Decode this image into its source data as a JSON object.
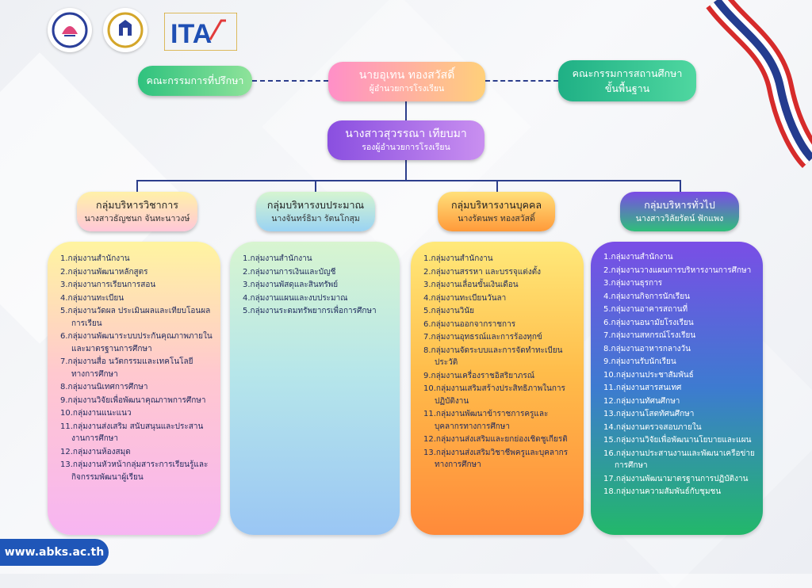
{
  "header": {
    "logos": [
      "school-logo-icon",
      "emblem-logo-icon",
      "ita-logo-icon"
    ],
    "ita_text": "ITA"
  },
  "top": {
    "director": {
      "name": "นายอุเทน ทองสวัสดิ์",
      "title": "ผู้อำนวยการโรงเรียน"
    },
    "advisory": {
      "label": "คณะกรรมการที่ปรึกษา"
    },
    "basic_committee": {
      "line1": "คณะกรรมการสถานศึกษา",
      "line2": "ขั้นพื้นฐาน"
    },
    "deputy": {
      "name": "นางสาวสุวรรณา เทียบมา",
      "title": "รองผู้อำนวยการโรงเรียน"
    }
  },
  "groups": [
    {
      "title": "กลุ่มบริหารวิชาการ",
      "head": "นางสาวธัญชนก จันทะนาวงษ์"
    },
    {
      "title": "กลุ่มบริหารงบประมาณ",
      "head": "นางจันทร์ธิมา รัตนโกสุม"
    },
    {
      "title": "กลุ่มบริหารงานบุคคล",
      "head": "นางรัตนพร ทองสวัสดิ์"
    },
    {
      "title": "กลุ่มบริหารทั่วไป",
      "head": "นางสาววิลัยรัตน์ ฟักแพง"
    }
  ],
  "lists": {
    "academic": [
      "1.กลุ่มงานสำนักงาน",
      "2.กลุ่มงานพัฒนาหลักสูตร",
      "3.กลุ่มงานการเรียนการสอน",
      "4.กลุ่มงานทะเบียน",
      "5.กลุ่มงานวัดผล ประเมินผลและเทียบโอนผลการเรียน",
      "6.กลุ่มงานพัฒนาระบบประกันคุณภาพภายใน และมาตรฐานการศึกษา",
      "7.กลุ่มงานสื่อ นวัตกรรมและเทคโนโลยีทางการศึกษา",
      "8.กลุ่มงานนิเทศการศึกษา",
      "9.กลุ่มงานวิจัยเพื่อพัฒนาคุณภาพการศึกษา",
      "10.กลุ่มงานแนะแนว",
      "11.กลุ่มงานส่งเสริม สนับสนุนและประสานงานการศึกษา",
      "12.กลุ่มงานห้องสมุด",
      "13.กลุ่มงานหัวหน้ากลุ่มสาระการเรียนรู้และกิจกรรมพัฒนาผู้เรียน"
    ],
    "budget": [
      "1.กลุ่มงานสำนักงาน",
      "2.กลุ่มงานการเงินและบัญชี",
      "3.กลุ่มงานพัสดุและสินทรัพย์",
      "4.กลุ่มงานแผนและงบประมาณ",
      "5.กลุ่มงานระดมทรัพยากรเพื่อการศึกษา"
    ],
    "personnel": [
      "1.กลุ่มงานสำนักงาน",
      "2.กลุ่มงานสรรหา และบรรจุแต่งตั้ง",
      "3.กลุ่มงานเลื่อนขั้นเงินเดือน",
      "4.กลุ่มงานทะเบียนวันลา",
      "5.กลุ่มงานวินัย",
      "6.กลุ่มงานออกจากราชการ",
      "7.กลุ่มงานอุทธรณ์และการร้องทุกข์",
      "8.กลุ่มงานจัดระบบและการจัดทำทะเบียนประวัติ",
      "9.กลุ่มงานเครื่องราชอิสริยาภรณ์",
      "10.กลุ่มงานเสริมสร้างประสิทธิภาพในการปฏิบัติงาน",
      "11.กลุ่มงานพัฒนาข้าราชการครูและบุคลากรทางการศึกษา",
      "12.กลุ่มงานส่งเสริมและยกย่องเชิดชูเกียรติ",
      "13.กลุ่มงานส่งเสริมวิชาชีพครูและบุคลากรทางการศึกษา"
    ],
    "general": [
      "1.กลุ่มงานสำนักงาน",
      "2.กลุ่มงานวางแผนการบริหารงานการศึกษา",
      "3.กลุ่มงานธุรการ",
      "4.กลุ่มงานกิจการนักเรียน",
      "5.กลุ่มงานอาคารสถานที่",
      "6.กลุ่มงานอนามัยโรงเรียน",
      "7.กลุ่มงานสหกรณ์โรงเรียน",
      "8.กลุ่มงานอาหารกลางวัน",
      "9.กลุ่มงานรับนักเรียน",
      "10.กลุ่มงานประชาสัมพันธ์",
      "11.กลุ่มงานสารสนเทศ",
      "12.กลุ่มงานทัศนศึกษา",
      "13.กลุ่มงานโสตทัศนศึกษา",
      "14.กลุ่มงานตรวจสอบภายใน",
      "15.กลุ่มงานวิจัยเพื่อพัฒนานโยบายและแผน",
      "16.กลุ่มงานประสานงานและพัฒนาเครือข่ายการศึกษา",
      "17.กลุ่มงานพัฒนามาตรฐานการปฏิบัติงาน",
      "18.กลุ่มงานความสัมพันธ์กับชุมชน"
    ]
  },
  "footer": {
    "website": "www.abks.ac.th"
  },
  "colors": {
    "line": "#2c3e8c",
    "academic": "#ffb6c1",
    "budget": "#9ad6f0",
    "personnel": "#ffa83a",
    "general": "#7a4ee6"
  }
}
